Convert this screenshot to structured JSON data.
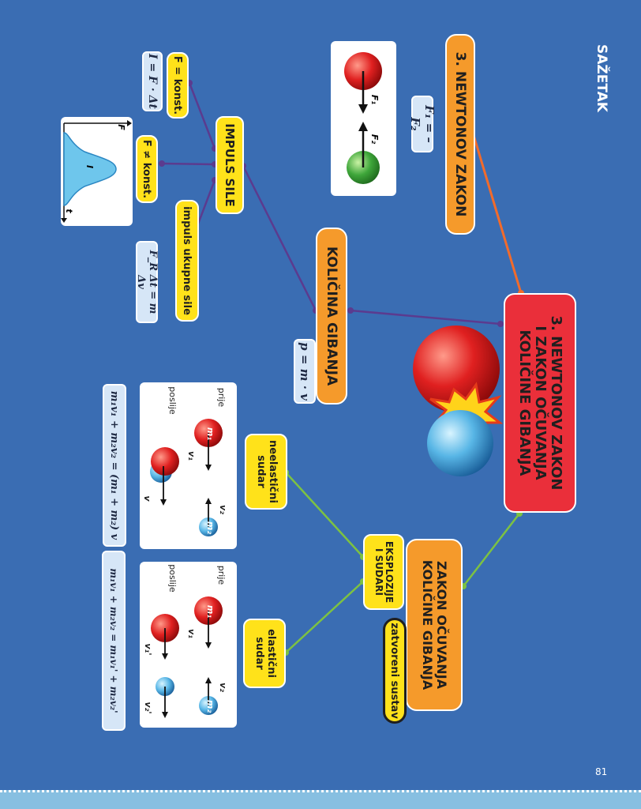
{
  "page": {
    "heading": "SAŽETAK",
    "page_number": "81"
  },
  "nodes": {
    "main": "3. NEWTONOV ZAKON\nI ZAKON OČUVANJA\nKOLIČINE GIBANJA",
    "newton3": "3. NEWTONOV ZAKON",
    "kolicina": "KOLIČINA GIBANJA",
    "impuls": "IMPULS SILE",
    "zakon": "ZAKON OČUVANJA\nKOLIČINE GIBANJA",
    "eksplozije": "EKSPLOZIJE\nI SUDARI",
    "neelasticni": "neelastični\nsudar",
    "elasticni": "elastični\nsudar",
    "zatvoreni": "zatvoreni sustav",
    "f_konst": "F = konst.",
    "f_not_konst": "F ≠ konst.",
    "impuls_ukupne": "impuls ukupne sile"
  },
  "formulas": {
    "newton3": "F₁ = – F₂",
    "momentum": "p = m · v",
    "impulse": "I = F · Δt",
    "impulse_total": "F_R Δt = m Δv",
    "inelastic": "m₁v₁ + m₂v₂ = (m₁ + m₂) v",
    "elastic": "m₁v₁ + m₂v₂ = m₁v₁' + m₂v₂'"
  },
  "graph": {
    "axis_y": "F",
    "axis_x": "t",
    "area_label": "I"
  },
  "forces_card": {
    "f1": "F₁",
    "f2": "F₂"
  },
  "inelastic_card": {
    "before": "prije",
    "after": "poslije",
    "m1": "m₁",
    "m2": "m₂",
    "v1": "v₁",
    "v2": "v₂",
    "v": "v"
  },
  "elastic_card": {
    "before": "prije",
    "after": "poslije",
    "m1": "m₁",
    "m2": "m₂",
    "v1": "v₁",
    "v2": "v₂",
    "v1p": "v₁'",
    "v2p": "v₂'"
  },
  "colors": {
    "background": "#3a6db3",
    "orange": "#f59a2b",
    "red": "#ea2f3a",
    "yellow": "#ffe21a",
    "purple_link": "#5b3b8f",
    "green_link": "#7dc242",
    "orange_link": "#f26b2b"
  }
}
